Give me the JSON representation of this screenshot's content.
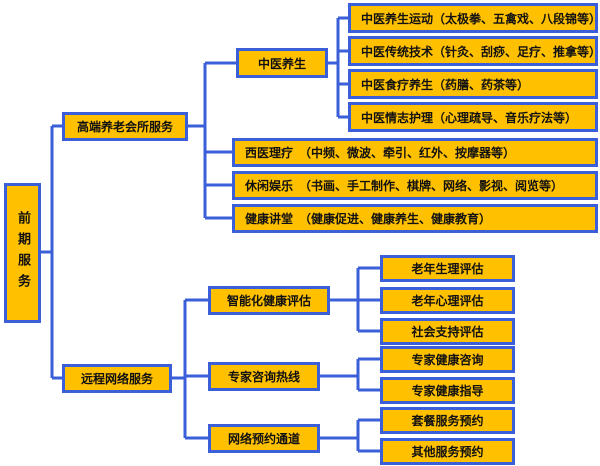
{
  "root": "前期服务",
  "branches": [
    {
      "label": "高端养老会所服务",
      "children": [
        {
          "label": "中医养生",
          "children": [
            "中医养生运动（太极拳、五禽戏、八段锦等）",
            "中医传统技术（针灸、刮痧、足疗、推拿等）",
            "中医食疗养生（药膳、药茶等）",
            "中医情志护理（心理疏导、音乐疗法等）"
          ]
        },
        {
          "label": "西医理疗　（中频、微波、牵引、红外、按摩器等）"
        },
        {
          "label": "休闲娱乐　（书画、手工制作、棋牌、网络、影视、阅览等）"
        },
        {
          "label": "健康讲堂　（健康促进、健康养生、健康教育）"
        }
      ]
    },
    {
      "label": "远程网络服务",
      "children": [
        {
          "label": "智能化健康评估",
          "children": [
            "老年生理评估",
            "老年心理评估",
            "社会支持评估"
          ]
        },
        {
          "label": "专家咨询热线",
          "children": [
            "专家健康咨询",
            "专家健康指导"
          ]
        },
        {
          "label": "网络预约通道",
          "children": [
            "套餐服务预约",
            "其他服务预约"
          ]
        }
      ]
    }
  ],
  "colors": {
    "box": "#FFC000",
    "line": "#3A5FD9"
  }
}
